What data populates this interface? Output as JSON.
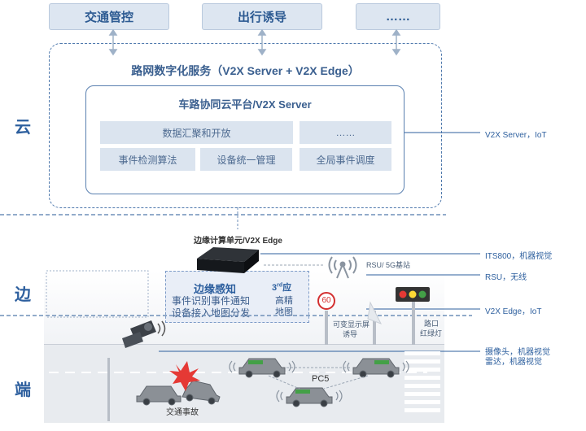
{
  "top_boxes": [
    "交通管控",
    "出行诱导",
    "……"
  ],
  "cloud_service_title": "路网数字化服务（V2X Server + V2X Edge）",
  "platform": {
    "title": "车路协同云平台/V2X Server",
    "cells": [
      "数据汇聚和开放",
      "……",
      "事件检测算法",
      "设备统一管理",
      "全局事件调度"
    ]
  },
  "layers": {
    "cloud": "云",
    "edge": "边",
    "end": "端"
  },
  "edge_unit_label": "边缘计算单元/V2X Edge",
  "right_labels": [
    "V2X Server，IoT",
    "ITS800，机器视觉",
    "RSU，无线",
    "V2X Edge，IoT",
    "摄像头，机器视觉",
    "雷达，机器视觉"
  ],
  "rsu_label": "RSU/ 5G基站",
  "edge_perception": {
    "title": "边缘感知",
    "line1": "事件识别事件通知",
    "line2": "设备接入地图分发",
    "hd_map_sup": "rd",
    "hd_map_title_pre": "3",
    "hd_map_title_post": "应",
    "hd_map_line1": "高精",
    "hd_map_line2": "地图"
  },
  "speed_sign": "60",
  "vms_label_1": "可变显示屏",
  "vms_label_2": "诱导",
  "traffic_light_label_1": "路口",
  "traffic_light_label_2": "红绿灯",
  "accident_label": "交通事故",
  "pc5_label": "PC5"
}
